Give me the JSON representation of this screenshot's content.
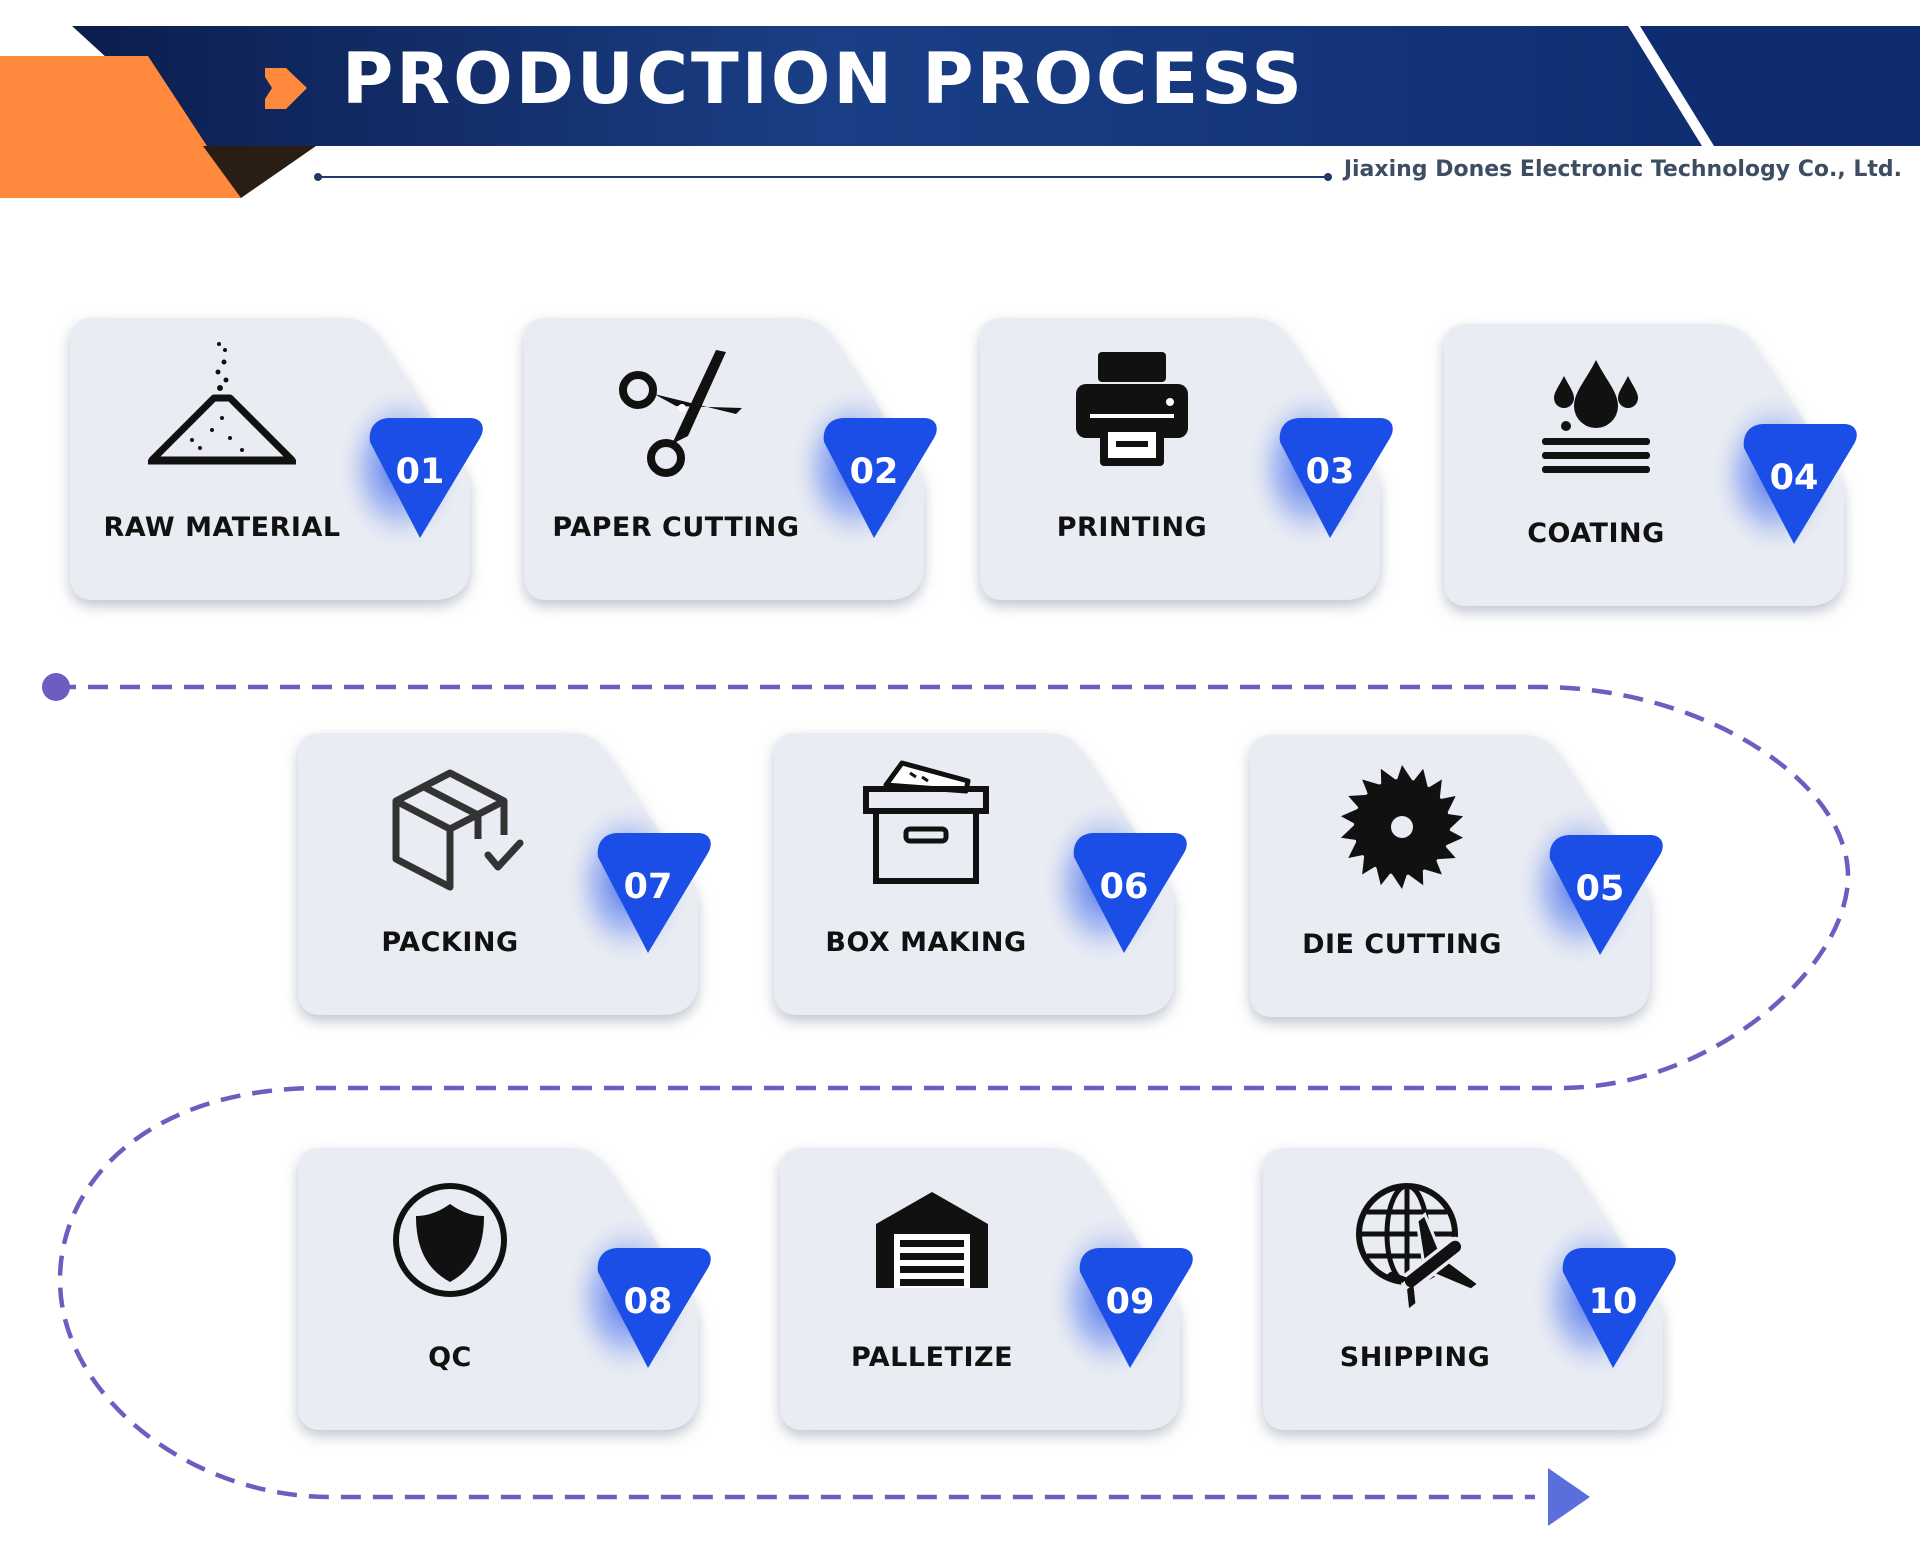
{
  "header": {
    "title": "PRODUCTION PROCESS",
    "company": "Jiaxing Dones Electronic Technology Co., Ltd."
  },
  "colors": {
    "navy": "#13265a",
    "orange": "#ff8a3d",
    "badge_blue": "#1a4ee6",
    "card_bg": "#e9ecf3",
    "path_purple": "#6e5cc0",
    "path_blue": "#5b6fdc"
  },
  "steps": [
    {
      "num": "01",
      "label": "RAW MATERIAL",
      "icon": "sand-pile-icon"
    },
    {
      "num": "02",
      "label": "PAPER CUTTING",
      "icon": "scissors-icon"
    },
    {
      "num": "03",
      "label": "PRINTING",
      "icon": "printer-icon"
    },
    {
      "num": "04",
      "label": "COATING",
      "icon": "water-drops-icon"
    },
    {
      "num": "05",
      "label": "DIE CUTTING",
      "icon": "saw-blade-icon"
    },
    {
      "num": "06",
      "label": "BOX MAKING",
      "icon": "storage-box-icon"
    },
    {
      "num": "07",
      "label": "PACKING",
      "icon": "package-check-icon"
    },
    {
      "num": "08",
      "label": "QC",
      "icon": "shield-icon"
    },
    {
      "num": "09",
      "label": "PALLETIZE",
      "icon": "warehouse-icon"
    },
    {
      "num": "10",
      "label": "SHIPPING",
      "icon": "globe-plane-icon"
    }
  ]
}
